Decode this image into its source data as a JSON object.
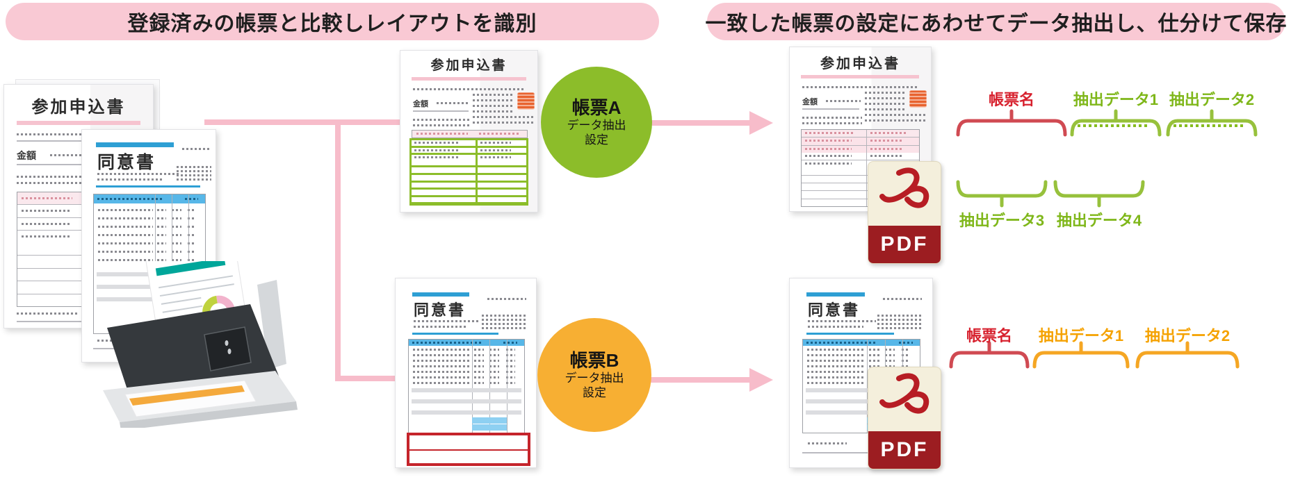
{
  "banners": {
    "left": "登録済みの帳票と比較しレイアウトを識別",
    "right": "一致した帳票の設定にあわせてデータ抽出し、仕分けて保存"
  },
  "source_documents": {
    "application_form_title": "参加申込書",
    "consent_form_title": "同意書",
    "amount_label": "金額"
  },
  "circles": {
    "form_a": {
      "name": "帳票A",
      "sub1": "データ抽出",
      "sub2": "設定"
    },
    "form_b": {
      "name": "帳票B",
      "sub1": "データ抽出",
      "sub2": "設定"
    }
  },
  "pdf": {
    "label": "PDF"
  },
  "labels_top": {
    "form_name": "帳票名",
    "data1": "抽出データ1",
    "data2": "抽出データ2",
    "data3": "抽出データ3",
    "data4": "抽出データ4"
  },
  "labels_bottom": {
    "form_name": "帳票名",
    "data1": "抽出データ1",
    "data2": "抽出データ2"
  },
  "colors": {
    "banner_pink": "#F9C9D4",
    "arrow_pink": "#F7BCCA",
    "form_a_green": "#8CBD2A",
    "form_b_orange": "#F7AF33",
    "consent_blue": "#2E9FD4",
    "label_red": "#D7212E",
    "label_green": "#7FB71A",
    "label_orange": "#F5A200",
    "extract_box_red": "#C5242B",
    "pdf_band_red": "#9C1D21",
    "stamp_orange": "#E8632F"
  }
}
